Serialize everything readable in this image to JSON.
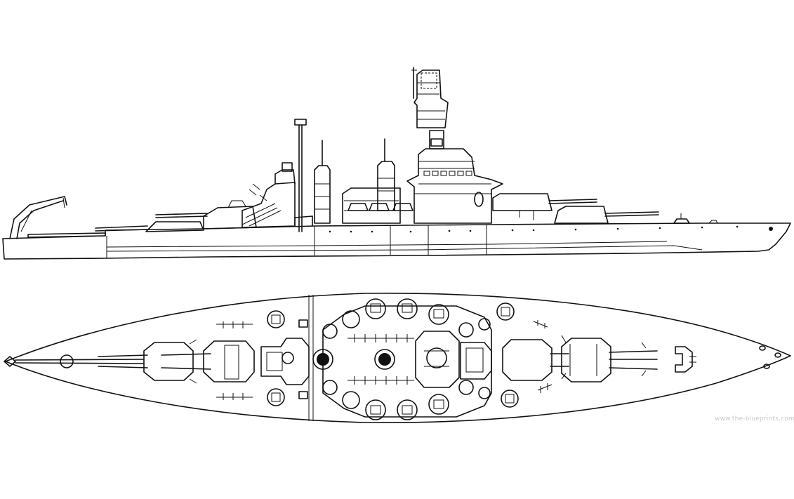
{
  "drawing": {
    "subject": "battleship",
    "views": [
      "side-profile",
      "top-plan"
    ],
    "colors": {
      "hull_gray": "#a4a4a6",
      "deck_tan": "#dfc7a5",
      "superstructure": "#ffffff",
      "line": "#111111",
      "background": "#ffffff"
    }
  },
  "watermark": {
    "text": "www.the-blueprints.com"
  }
}
